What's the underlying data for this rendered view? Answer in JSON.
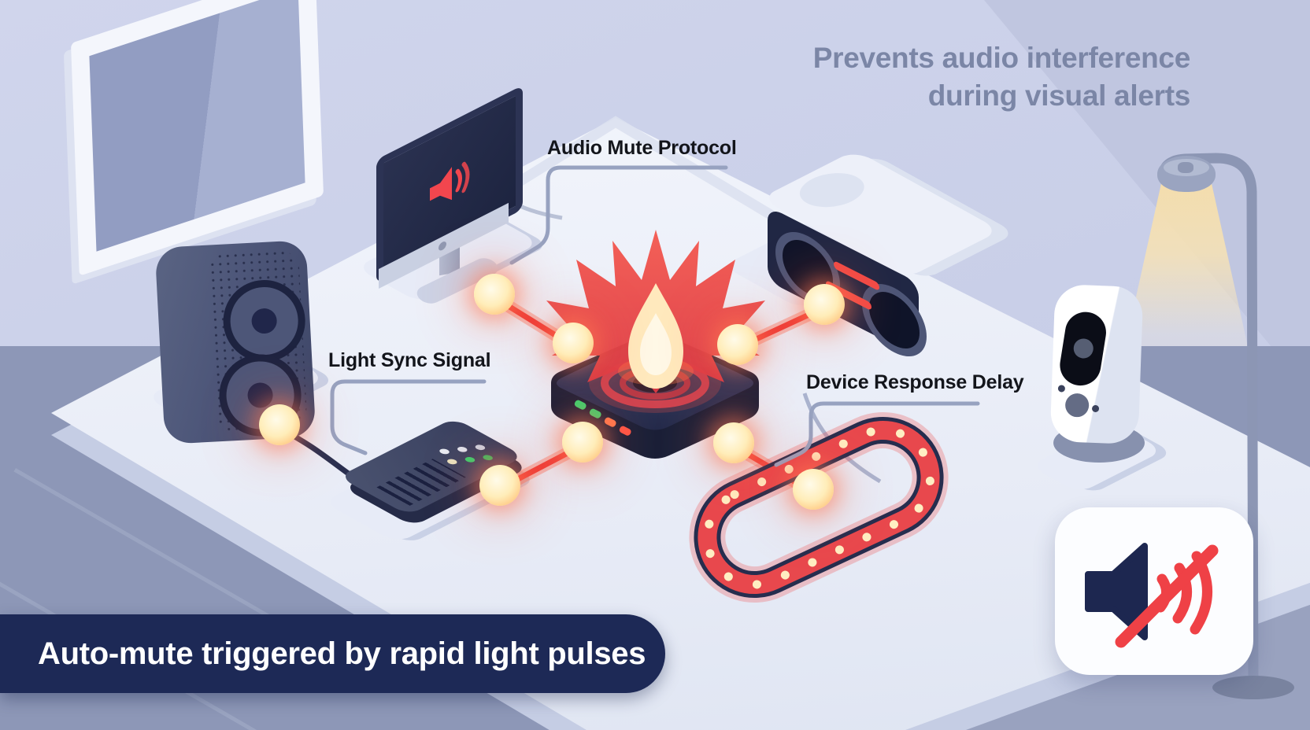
{
  "heading": {
    "line1": "Prevents audio interference",
    "line2": "during visual alerts"
  },
  "callouts": {
    "audio_mute": "Audio Mute Protocol",
    "light_sync": "Light Sync Signal",
    "device_delay": "Device Response Delay"
  },
  "banner": {
    "text": "Auto-mute triggered by rapid light pulses"
  },
  "icons": {
    "screen_speaker": "speaker-mute-icon",
    "hub_alert": "flame-alert-icon",
    "badge": "muted-speaker-slash-icon"
  },
  "colors": {
    "accent_red": "#ef4146",
    "navy": "#1e2a56",
    "glow_warm": "#ffedc2",
    "wall": "#ccd2e9",
    "table": "#eef1fa",
    "floor": "#8d97b7",
    "heading_text": "#7b86a6",
    "label_text": "#13151b"
  }
}
